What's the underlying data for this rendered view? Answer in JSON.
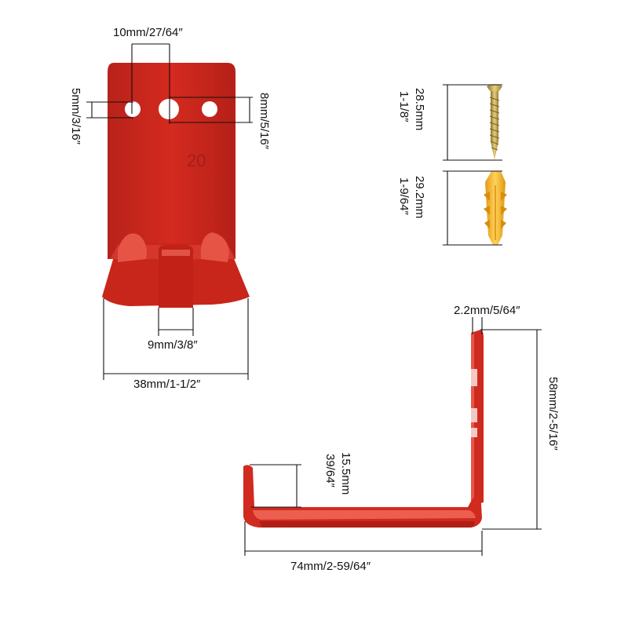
{
  "colors": {
    "bracket": "#d42a1f",
    "bracket_shadow": "#a81c14",
    "bracket_highlight": "#ef5a4c",
    "screw": "#c9a94e",
    "anchor": "#f2b531",
    "ink": "#111111"
  },
  "bracket_front": {
    "stamp": "20",
    "dims": {
      "hole_spacing": "10mm/27/64″",
      "small_hole": "5mm/3/16″",
      "large_hole": "8mm/5/16″",
      "slot_width": "9mm/3/8″",
      "total_width": "38mm/1-1/2″"
    }
  },
  "hardware": {
    "screw": {
      "value": "28.5mm",
      "inch": "1-1/8″"
    },
    "anchor": {
      "value": "29.2mm",
      "inch": "1-9/64″"
    }
  },
  "bracket_side": {
    "dims": {
      "thickness": "2.2mm/5/64″",
      "height": "58mm/2-5/16″",
      "lip_height_value": "15.5mm",
      "lip_height_inch": "39/64″",
      "length": "74mm/2-59/64″"
    }
  }
}
